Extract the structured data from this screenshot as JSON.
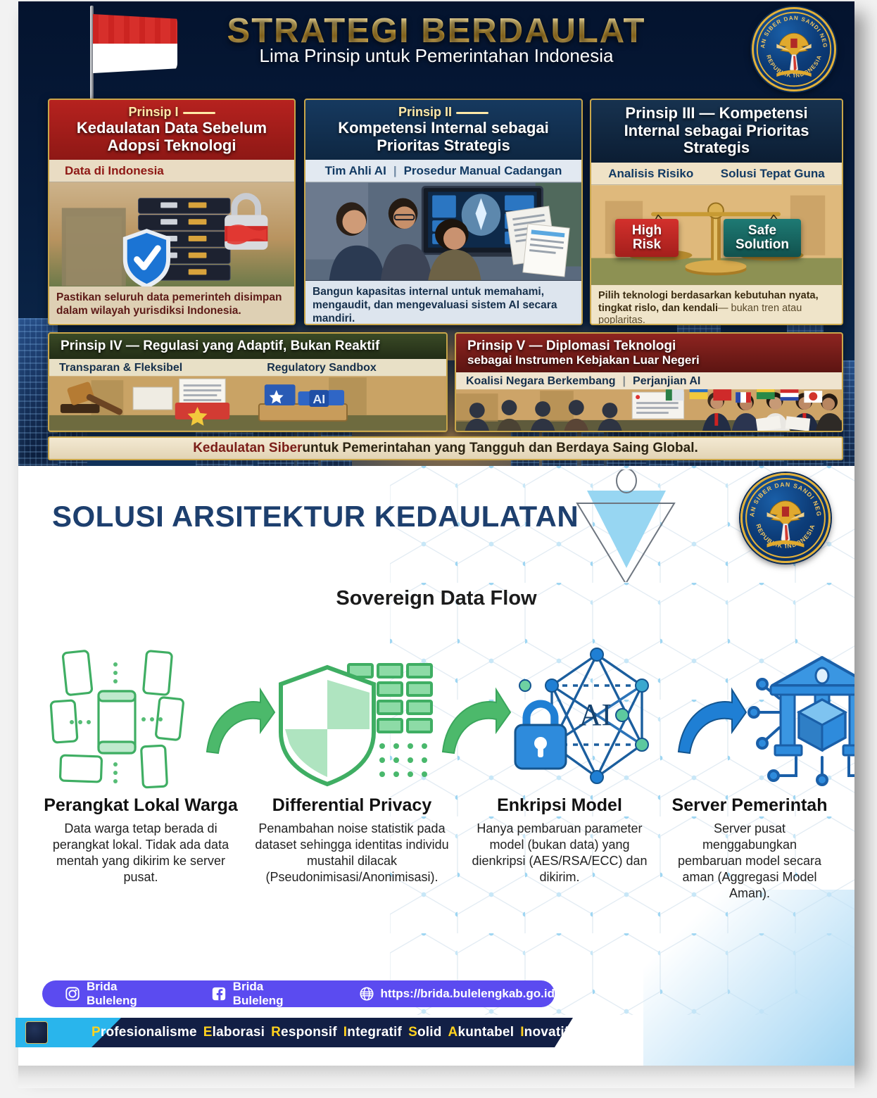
{
  "poster": {
    "top": {
      "title": "STRATEGI BERDAULAT",
      "subtitle": "Lima Prinsip untuk Pemerintahan Indonesia",
      "seal": {
        "outer_text": "BADAN SIBER DAN SANDI NEGARA",
        "inner_text": "REPUBLIK INDONESIA"
      },
      "banner": {
        "accent": "Kedaulatan Siber",
        "rest": " untuk Pemerintahan yang Tangguh dan Berdaya Saing Global."
      },
      "cards": [
        {
          "kicker": "Prinsip I",
          "title": "Kedaulatan Data Sebelum Adopsi Teknologi",
          "sub_left": "Data di Indonesia",
          "sub_right": "",
          "caption": "Pastikan seluruh data pemerinteh disimpan dalam wilayah yurisdiksi Indonesia."
        },
        {
          "kicker": "Prinsip II",
          "title": "Kompetensi Internal sebagai Prioritas Strategis",
          "sub_left": "Tim Ahli AI",
          "sub_right": "Prosedur Manual Cadangan",
          "caption": "Bangun kapasitas internal untuk memahami, mengaudit, dan mengevaluasi sistem AI secara mandiri."
        },
        {
          "kicker": "",
          "title": "Prinsip III — Kompetensi Internal sebagai Prioritas Strategis",
          "sub_left": "Analisis Risiko",
          "sub_right": "Solusi Tepat Guna",
          "caption_bold": "Pilih teknologi berdasarkan kebutuhan nyata, tingkat rislo, dan kendali",
          "caption_soft": "— bukan tren atau poplaritas.",
          "scale_left": "High Risk",
          "scale_right": "Safe Solution"
        },
        {
          "title": "Prinsip IV — Regulasi yang Adaptif, Bukan Reaktif",
          "sub_left": "Transparan & Fleksibel",
          "sub_right": "Regulatory Sandbox",
          "box_label": "AI"
        },
        {
          "title_line1": "Prinsip V — Diplomasi Teknologi",
          "title_line2": "sebagai Instrumen Kebjakan Luar Negeri",
          "sub_left": "Koalisi Negara Berkembang",
          "sub_right": "Perjanjian AI"
        }
      ]
    },
    "bottom": {
      "section_title": "SOLUSI ARSITEKTUR KEDAULATAN",
      "flow_title": "Sovereign Data Flow",
      "seal": {
        "outer_text": "BADAN SIBER DAN SANDI NEGARA",
        "inner_text": "REPUBLIK INDONESIA"
      },
      "steps": [
        {
          "icon": "mobile-devices-icon",
          "title": "Perangkat Lokal Warga",
          "desc": "Data warga tetap berada di perangkat lokal. Tidak ada data mentah yang dikirim ke server pusat."
        },
        {
          "icon": "shield-data-icon",
          "title": "Differential Privacy",
          "desc": "Penambahan noise statistik pada dataset sehingga identitas individu mustahil dilacak (Pseudonimisasi/Anonimisasi)."
        },
        {
          "icon": "ai-lock-network-icon",
          "title": "Enkripsi Model",
          "desc": "Hanya pembaruan parameter model (bukan data) yang dienkripsi (AES/RSA/ECC) dan dikirim.",
          "icon_label": "AI"
        },
        {
          "icon": "government-server-icon",
          "title": "Server Pemerintah",
          "desc": "Server pusat menggabungkan pembaruan model secara aman (Aggregasi Model Aman)."
        }
      ]
    },
    "footer": {
      "social": [
        {
          "icon": "instagram-icon",
          "label": "Brida Buleleng"
        },
        {
          "icon": "facebook-icon",
          "label": "Brida Buleleng"
        },
        {
          "icon": "globe-icon",
          "label": "https://brida.bulelengkab.go.id"
        }
      ],
      "tagline_words": [
        {
          "hl": "P",
          "rest": "rofesionalisme"
        },
        {
          "hl": "E",
          "rest": "laborasi"
        },
        {
          "hl": "R",
          "rest": "esponsif"
        },
        {
          "hl": "I",
          "rest": "ntegratif"
        },
        {
          "hl": "S",
          "rest": "olid"
        },
        {
          "hl": "A",
          "rest": "kuntabel"
        },
        {
          "hl": "I",
          "rest": "novatif"
        }
      ]
    },
    "colors": {
      "gold": "#e2b13a",
      "deep_navy": "#071c3c",
      "section_blue": "#1d3f6e",
      "social_purple": "#5b4bf0",
      "tagline_navy": "#121f45",
      "tagline_cyan": "#29b5ec",
      "highlight_yellow": "#ffd21e",
      "flow_green": "#4cb96b",
      "flow_blue": "#1f7fd4"
    }
  }
}
